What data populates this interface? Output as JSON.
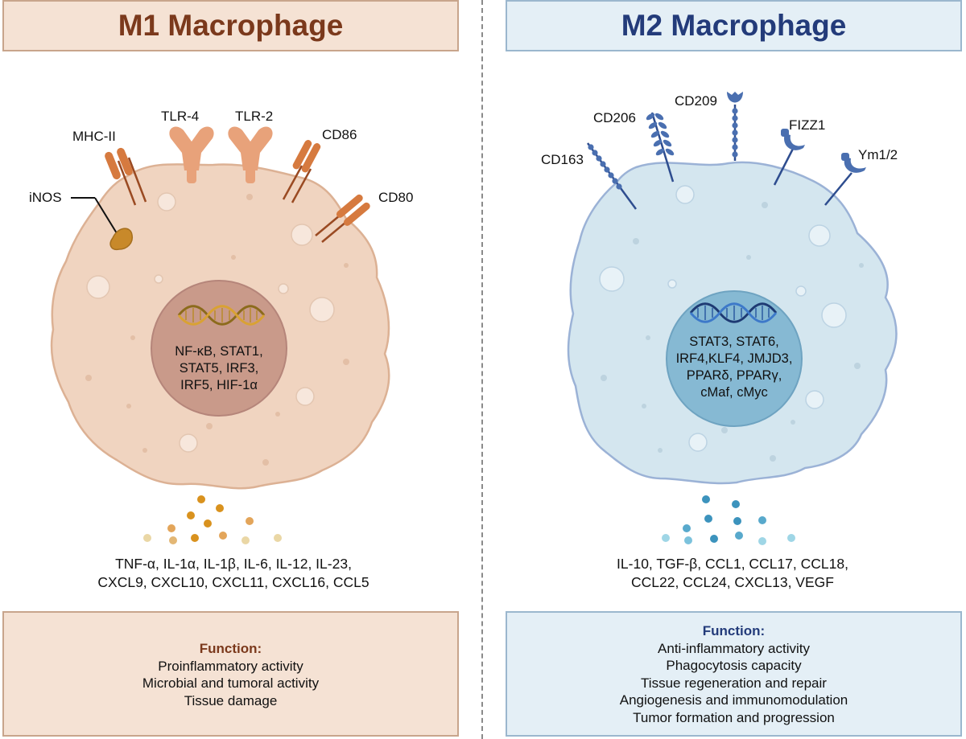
{
  "m1": {
    "title": "M1 Macrophage",
    "receptors": [
      "MHC-II",
      "TLR-4",
      "TLR-2",
      "CD86",
      "CD80",
      "iNOS"
    ],
    "nucleus_factors": [
      "NF-κB, STAT1,",
      "STAT5, IRF3,",
      "IRF5, HIF-1α"
    ],
    "cytokines": [
      "TNF-α, IL-1α, IL-1β, IL-6, IL-12, IL-23,",
      "CXCL9, CXCL10, CXCL11, CXCL16, CCL5"
    ],
    "function_title": "Function:",
    "functions": [
      "Proinflammatory activity",
      "Microbial and tumoral activity",
      "Tissue damage"
    ],
    "colors": {
      "header_bg": "#f5e2d4",
      "title": "#7b391c",
      "cell": "#f0d4c0",
      "receptor": "#d67a3f"
    }
  },
  "m2": {
    "title": "M2 Macrophage",
    "receptors": [
      "CD209",
      "CD206",
      "CD163",
      "FIZZ1",
      "Ym1/2"
    ],
    "nucleus_factors": [
      "STAT3, STAT6,",
      "IRF4,KLF4, JMJD3,",
      "PPARδ, PPARγ,",
      "cMaf, cMyc"
    ],
    "cytokines": [
      "IL-10, TGF-β, CCL1, CCL17, CCL18,",
      "CCL22, CCL24, CXCL13, VEGF"
    ],
    "function_title": "Function:",
    "functions": [
      "Anti-inflammatory activity",
      "Phagocytosis capacity",
      "Tissue regeneration and repair",
      "Angiogenesis and immunomodulation",
      "Tumor formation and progression"
    ],
    "colors": {
      "header_bg": "#e4eff6",
      "title": "#233b7a",
      "cell": "#d4e6ef",
      "receptor": "#4a6fb0"
    }
  }
}
